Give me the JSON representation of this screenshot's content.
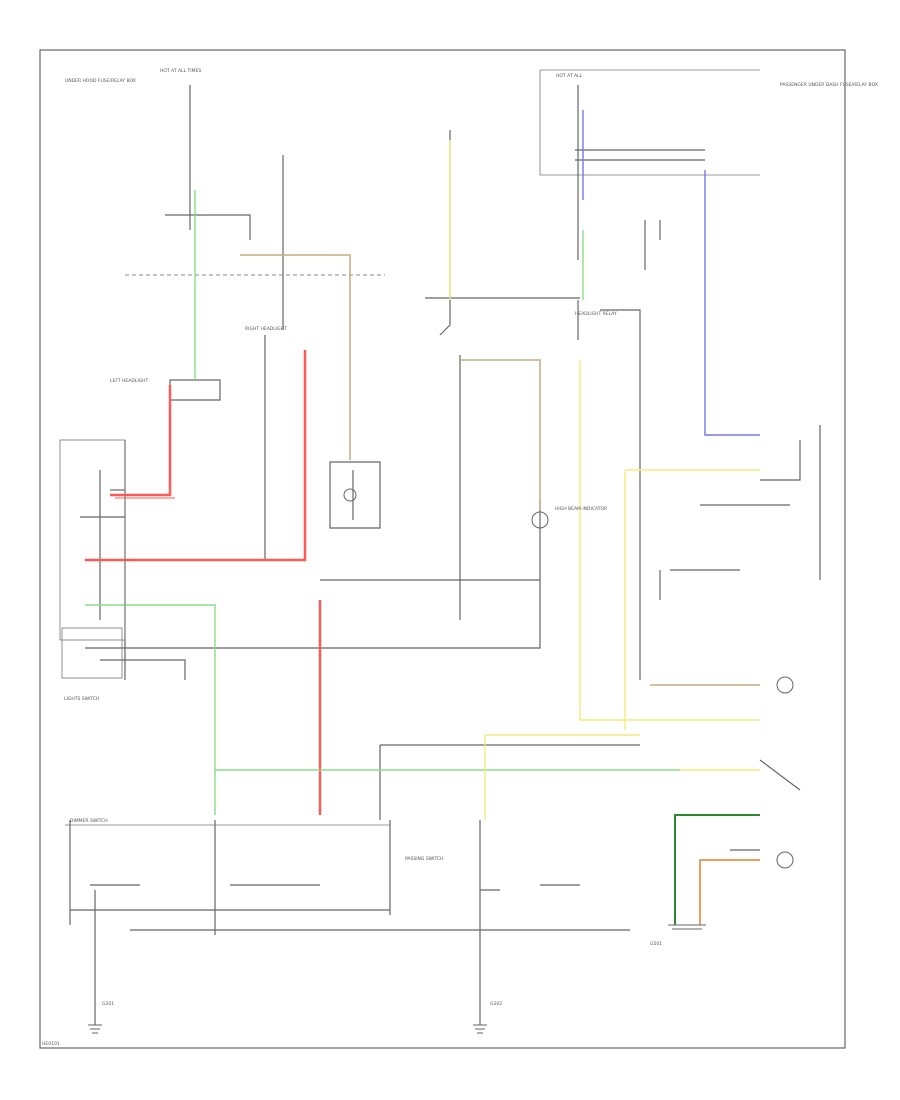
{
  "diagram": {
    "labels": {
      "hot_fuse_top": "HOT AT ALL TIMES",
      "hot_fuse_right": "HOT AT ALL",
      "under_hood_box": "UNDER HOOD FUSE/RELAY BOX",
      "headlight_relay": "HEADLIGHT RELAY",
      "passenger_box": "PASSENGER UNDER DASH FUSE/RELAY BOX",
      "combination_switch": "LIGHTS SWITCH",
      "dimmer_switch": "DIMMER SWITCH",
      "passing_switch": "PASSING SWITCH",
      "ground_left": "G201",
      "ground_mid": "G202",
      "ground_right": "G501",
      "left_headlight": "LEFT HEADLIGHT",
      "right_headlight": "RIGHT HEADLIGHT",
      "hi_beam_ind": "HIGH BEAM INDICATOR",
      "footer_code": "HE0101"
    },
    "wire_colors": {
      "red": "#ff5a5a",
      "green": "#88dd88",
      "yellow": "#f2ec7a",
      "blue": "#7777ee",
      "tan": "#c9a882",
      "dark_green": "#2c8a2c",
      "orange": "#e8a060",
      "gray": "#666666"
    }
  }
}
